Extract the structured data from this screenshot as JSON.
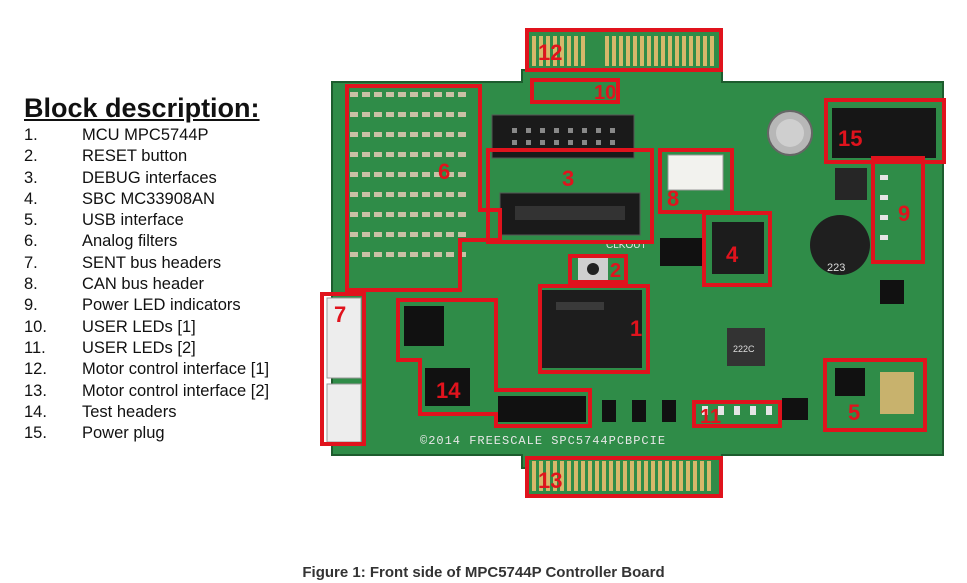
{
  "heading": "Block description:",
  "blocks": [
    {
      "num": "1.",
      "label": "MCU MPC5744P"
    },
    {
      "num": "2.",
      "label": "RESET button"
    },
    {
      "num": "3.",
      "label": "DEBUG interfaces"
    },
    {
      "num": "4.",
      "label": "SBC MC33908AN"
    },
    {
      "num": "5.",
      "label": "USB interface"
    },
    {
      "num": "6.",
      "label": "Analog filters"
    },
    {
      "num": "7.",
      "label": "SENT bus headers"
    },
    {
      "num": "8.",
      "label": "CAN bus header"
    },
    {
      "num": "9.",
      "label": "Power LED indicators"
    },
    {
      "num": "10.",
      "label": "USER LEDs [1]"
    },
    {
      "num": "11.",
      "label": "USER LEDs [2]"
    },
    {
      "num": "12.",
      "label": "Motor control interface [1]"
    },
    {
      "num": "13.",
      "label": "Motor control interface [2]"
    },
    {
      "num": "14.",
      "label": "Test headers"
    },
    {
      "num": "15.",
      "label": "Power plug"
    }
  ],
  "callouts": [
    "1",
    "2",
    "3",
    "4",
    "5",
    "6",
    "7",
    "8",
    "9",
    "10",
    "11",
    "12",
    "13",
    "14",
    "15"
  ],
  "silkscreen": {
    "board": "©2014 FREESCALE   SPC5744PCBPCIE",
    "clkout": "CLKOUT",
    "inductor": "223",
    "inductor2": "222C"
  },
  "caption": "Figure 1: Front side of MPC5744P Controller Board",
  "colors": {
    "highlight": "#e0131d",
    "pcb": "#2f8c48"
  }
}
